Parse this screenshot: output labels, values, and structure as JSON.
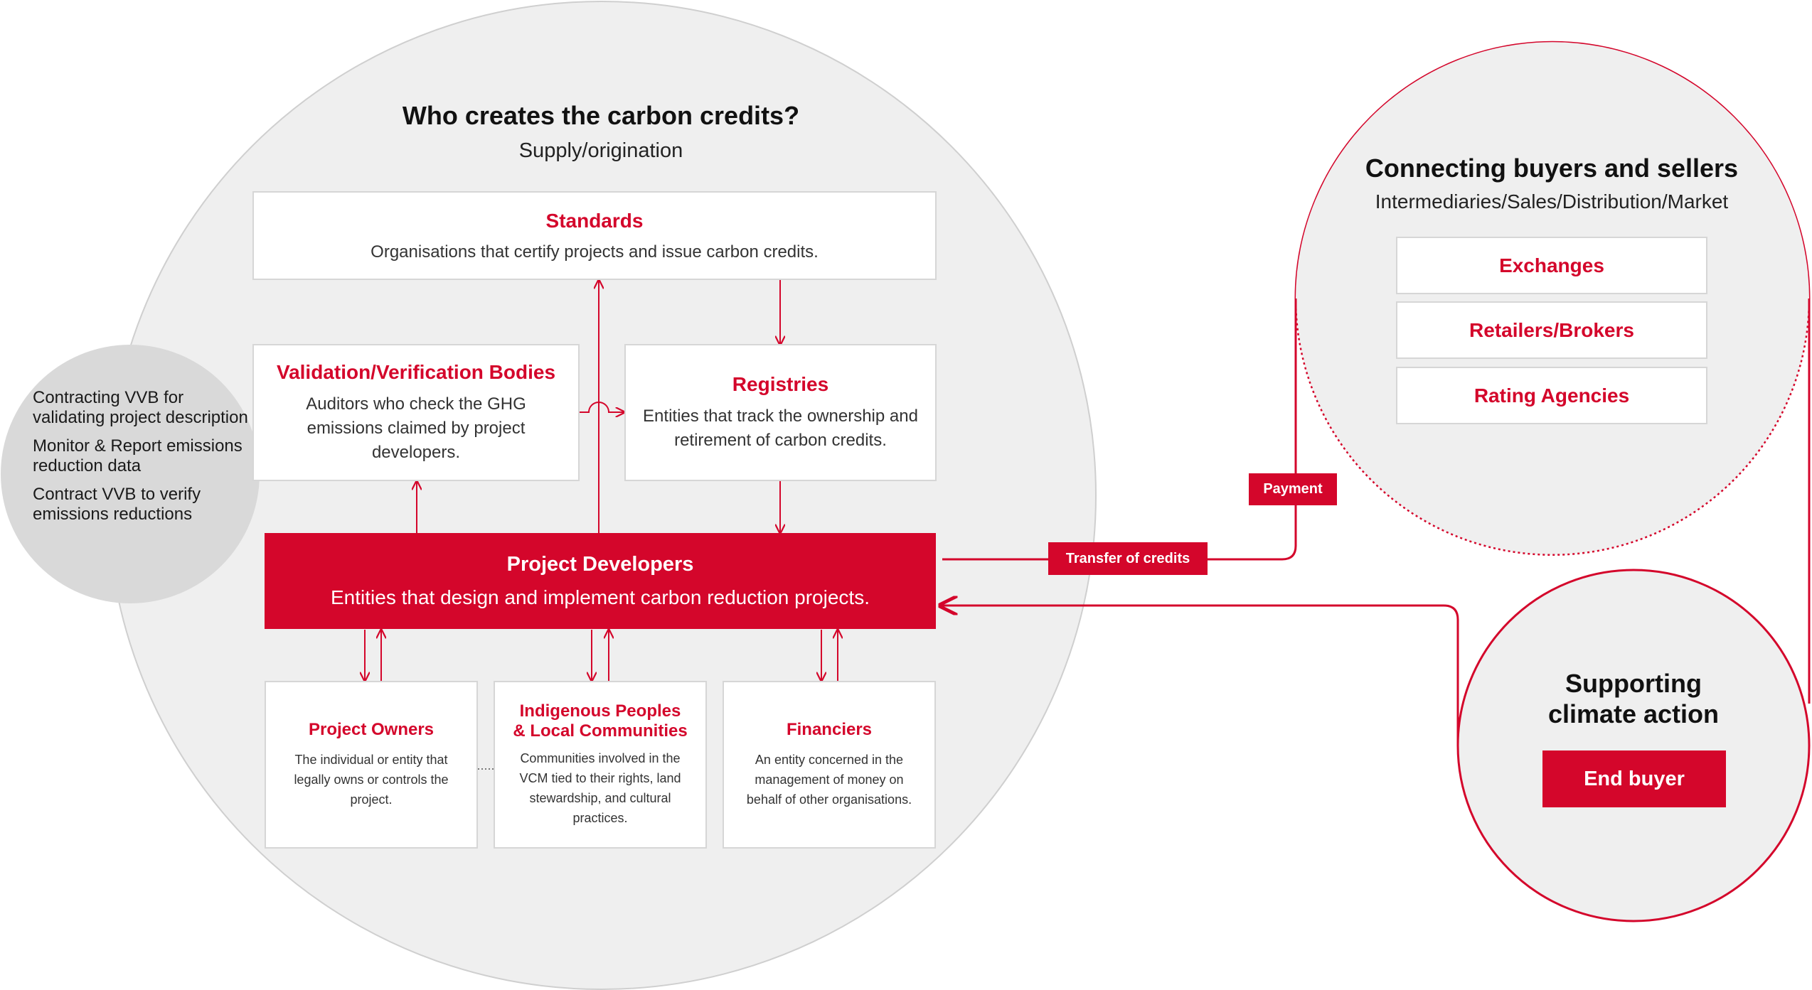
{
  "colors": {
    "accent": "#d4062b",
    "circle_fill": "#efefef",
    "circle_stroke": "#cfcfcf",
    "box_border": "#d6d6d6"
  },
  "supply": {
    "heading": "Who creates the carbon credits?",
    "subheading": "Supply/origination",
    "standards": {
      "title": "Standards",
      "desc": "Organisations that certify projects and issue carbon credits."
    },
    "vvb": {
      "title": "Validation/Verification Bodies",
      "desc": "Auditors who check the GHG emissions claimed by project developers."
    },
    "registries": {
      "title": "Registries",
      "desc": "Entities that track the ownership and retirement of carbon credits."
    },
    "developers": {
      "title": "Project Developers",
      "desc": "Entities that design and implement carbon reduction projects."
    },
    "owners": {
      "title": "Project Owners",
      "desc": "The individual or entity that legally owns or controls the project."
    },
    "indigenous": {
      "title_line1": "Indigenous Peoples",
      "title_line2": "& Local Communities",
      "desc": "Communities involved in the VCM tied to their rights, land stewardship, and cultural practices."
    },
    "financiers": {
      "title": "Financiers",
      "desc": "An entity concerned in the management of money on behalf of other organisations."
    }
  },
  "side": {
    "items": [
      "Contracting VVB for validating project description",
      "Monitor & Report emissions reduction data",
      "Contract VVB to verify emissions reductions"
    ]
  },
  "market": {
    "heading": "Connecting buyers and sellers",
    "subheading": "Intermediaries/Sales/Distribution/Market",
    "items": [
      "Exchanges",
      "Retailers/Brokers",
      "Rating Agencies"
    ]
  },
  "demand": {
    "heading_line1": "Supporting",
    "heading_line2": "climate action",
    "button": "End buyer"
  },
  "flows": {
    "payment": "Payment",
    "transfer": "Transfer of credits"
  }
}
